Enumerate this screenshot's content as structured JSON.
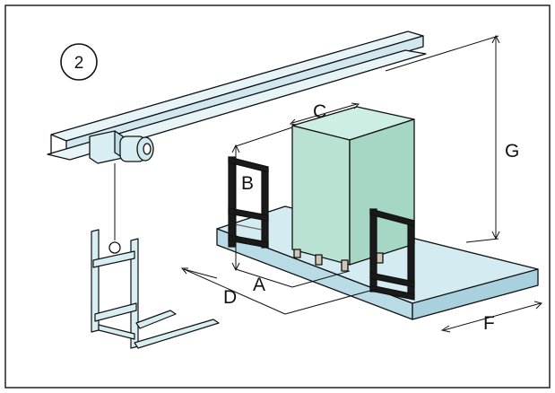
{
  "step_number": "2",
  "dimension_labels": {
    "A": "A",
    "B": "B",
    "C": "C",
    "D": "D",
    "F": "F",
    "G": "G"
  },
  "colors": {
    "beam_fill": "#d9eef2",
    "cabinet_front": "#b9e2d3",
    "cabinet_side": "#9fd0be",
    "cabinet_top": "#cdeee2",
    "platform_fill": "#d4ebf1",
    "outline": "#111111",
    "frame_dark": "#1a1a1a"
  },
  "icons": [
    "overhead-crane-icon",
    "lifting-fork-icon",
    "cabinet-icon",
    "platform-icon"
  ]
}
